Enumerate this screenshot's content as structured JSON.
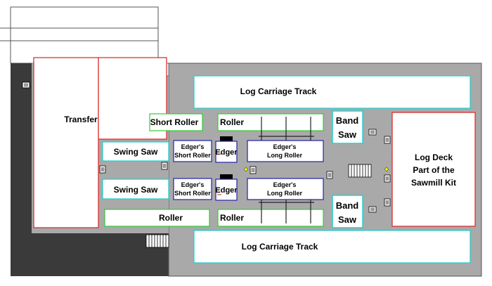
{
  "labels": {
    "transfer": "Transfer",
    "log_carriage_track_top": "Log Carriage Track",
    "log_carriage_track_bottom": "Log Carriage Track",
    "short_roller": "Short Roller",
    "roller_upper": "Roller",
    "roller_lower_left": "Roller",
    "roller_lower_mid": "Roller",
    "swing_saw_upper": "Swing Saw",
    "swing_saw_lower": "Swing Saw",
    "edgers_short_roller_upper": [
      "Edger's",
      "Short Roller"
    ],
    "edgers_short_roller_lower": [
      "Edger's",
      "Short Roller"
    ],
    "edger_upper": "Edger",
    "edger_lower": "Edger",
    "edgers_long_roller_upper": [
      "Edger's",
      "Long Roller"
    ],
    "edgers_long_roller_lower": [
      "Edger's",
      "Long Roller"
    ],
    "band_saw_upper": [
      "Band",
      "Saw"
    ],
    "band_saw_lower": [
      "Band",
      "Saw"
    ],
    "log_deck": [
      "Log Deck",
      "Part of the",
      "Sawmill Kit"
    ]
  },
  "colors": {
    "floor": "#a9a9a9",
    "dark_floor": "#3a3a3a",
    "transfer_outline": "#dd2222",
    "track_outline": "#22cccc",
    "roller_outline": "#33cc33",
    "edger_outline": "#2222aa",
    "swing_saw_outline": "#22cccc",
    "log_deck_outline": "#dd2222"
  }
}
